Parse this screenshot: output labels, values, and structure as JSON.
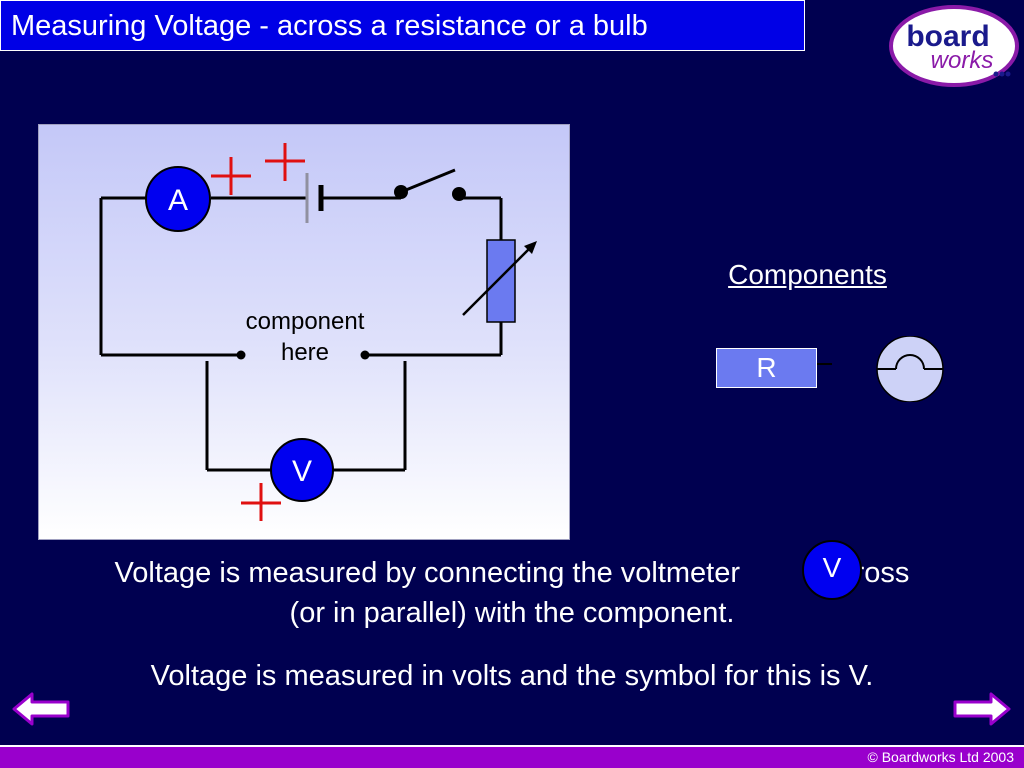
{
  "title": "Measuring Voltage - across a resistance or a bulb",
  "logo": {
    "word1": "board",
    "word2": "works"
  },
  "circuit": {
    "ammeter_symbol": "A",
    "voltmeter_symbol": "V",
    "component_label_line1": "component",
    "component_label_line2": "here"
  },
  "components": {
    "heading": "Components",
    "resistor_symbol": "R"
  },
  "text": {
    "line1_part1": "Voltage is measured by connecting the voltmeter",
    "voltmeter_symbol": "V",
    "line1_part2": "across",
    "line2": "(or in parallel) with the component.",
    "line3": "Voltage is measured in volts and the symbol for this is V."
  },
  "footer": {
    "copyright": "© Boardworks Ltd 2003"
  },
  "colors": {
    "background": "#000050",
    "title_bar": "#0000e6",
    "meter_fill": "#0000f0",
    "plus_mark": "#e01010",
    "footer_bar": "#9900cc",
    "logo_accent": "#8a1aa8"
  },
  "icons": {
    "back": "left-arrow-icon",
    "next": "right-arrow-icon"
  }
}
